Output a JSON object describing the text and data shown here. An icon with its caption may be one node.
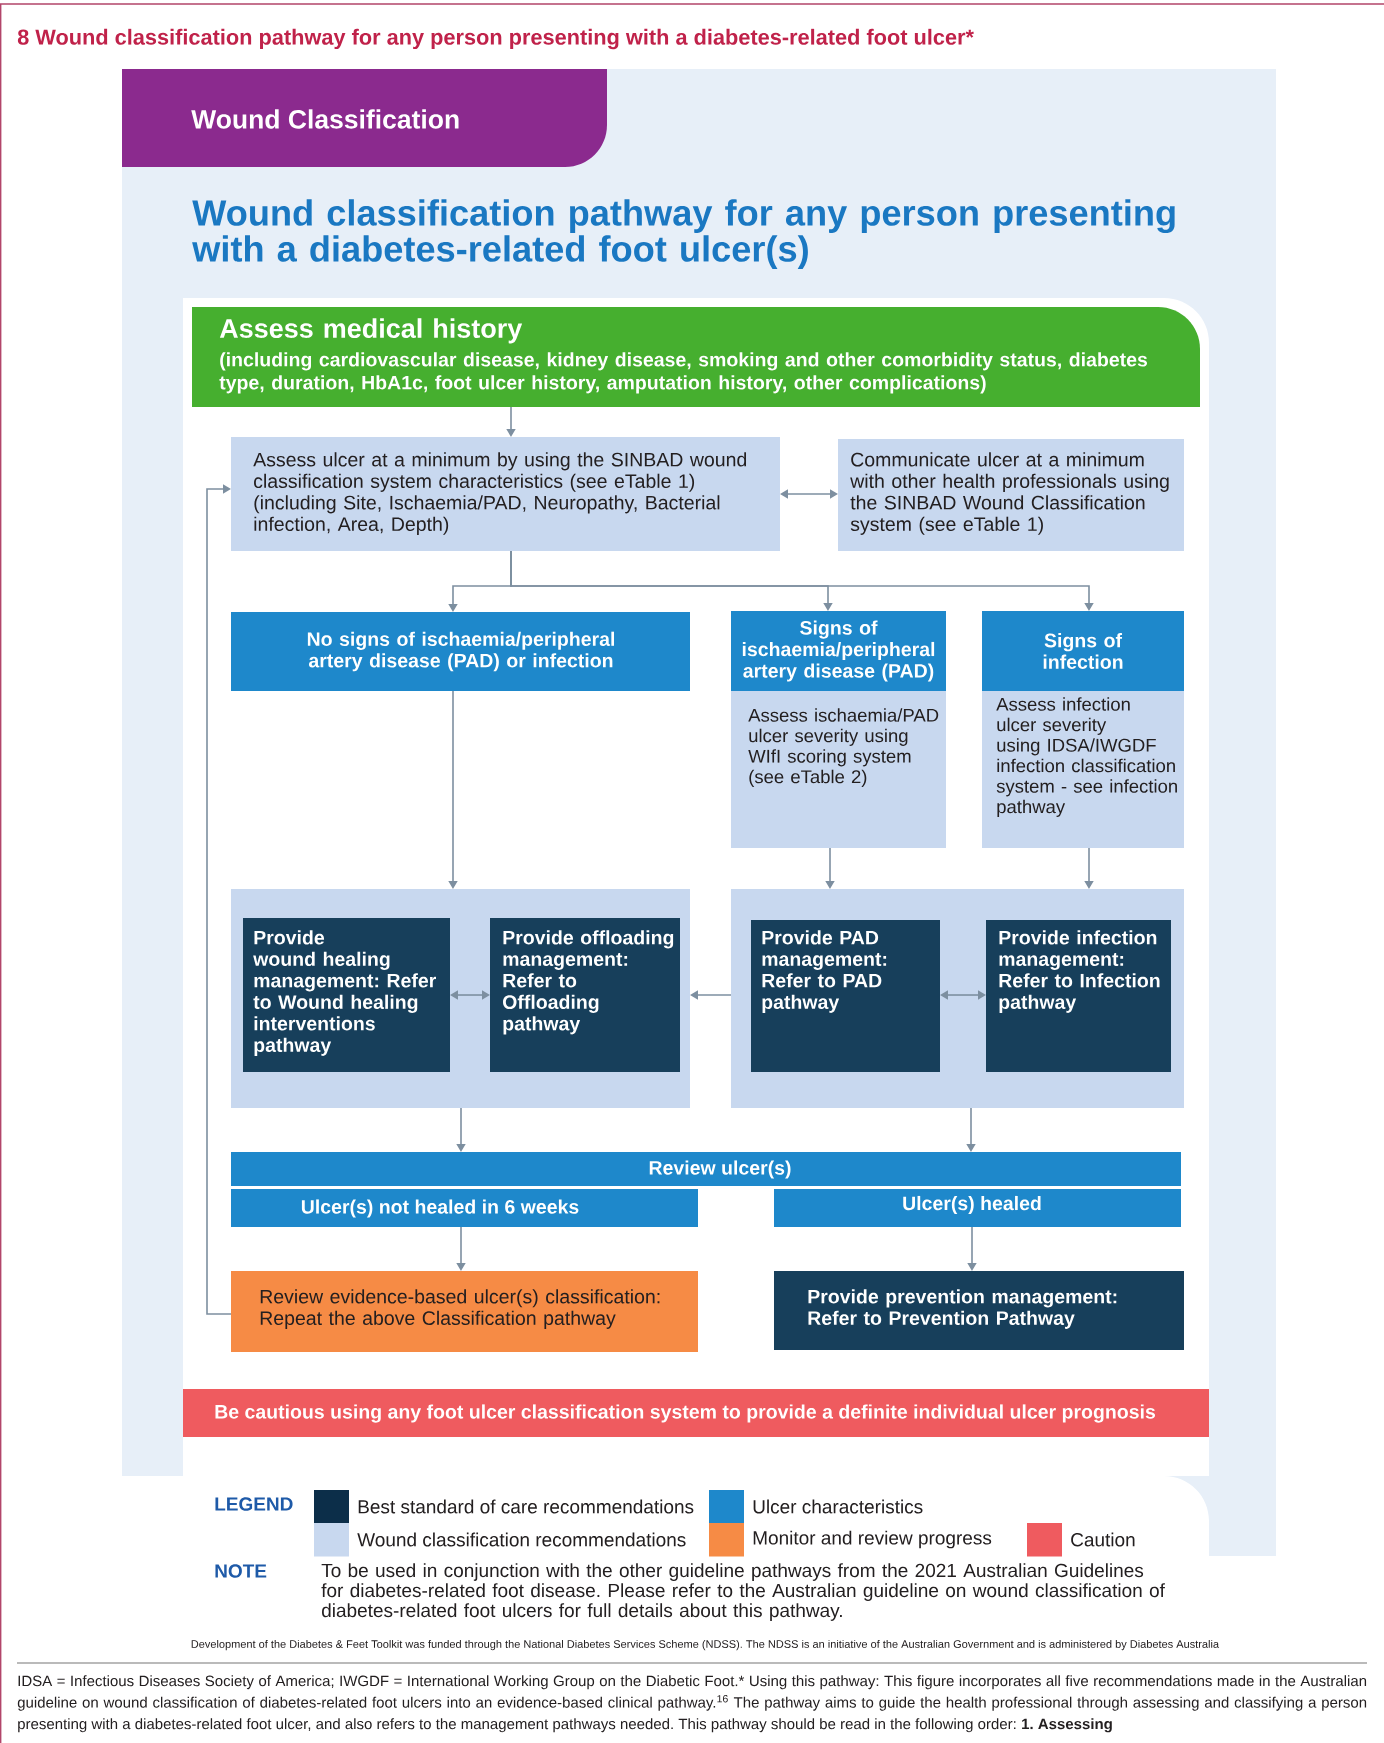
{
  "diagram": {
    "title": "8 Wound classification pathway for any person presenting with a diabetes-related foot ulcer*",
    "caption": "IDSA = Infectious Diseases Society of America; IWGDF = International Working Group on the Diabetic Foot.* Using this pathway: This figure incorporates all five recommendations made in the Australian guideline on wound classification of diabetes-related foot ulcers into an evidence-based clinical pathway.$^{16}$ The pathway aims to guide the health professional through assessing and classifying a person presenting with a diabetes-related foot ulcer, and also refers to the management pathways needed. This pathway should be read in the following order: **1. Assessing**",
    "nodes": [
      {
        "text": [
          "Wound Classification"
        ]
      },
      {
        "text": [
          "Assess medical history",
          "(including cardiovascular disease, kidney disease, smoking and other comorbidity status, diabetes type, duration, HbA1c, foot ulcer history, amputation history, other complications)"
        ]
      },
      {
        "text": [
          "Assess ulcer at a minimum by using the SINBAD wound classification system characteristics (see eTable 1) (including Site, Ischaemia/PAD, Neuropathy, Bacterial infection, Area, Depth)"
        ]
      },
      {
        "text": [
          "Communicate ulcer at a minimum with other health professionals using the SINBAD Wound Classification system (see eTable 1)"
        ]
      },
      {
        "text": [
          "No signs of ischaemia/peripheral artery disease (PAD) or infection"
        ]
      },
      {
        "text": [
          "Signs of ischaemia/peripheral artery disease (PAD)",
          "Assess ischaemia/PAD ulcer severity using WIfI scoring system (see eTable 2)"
        ]
      },
      {
        "text": [
          "Signs of infection",
          "Assess infection ulcer severity using IDSA/IWGDF infection classification system - see infection pathway"
        ]
      },
      {
        "text": [],
        "shape": "box"
      },
      {
        "text": [
          "Provide wound healing management: Refer to Wound healing interventions pathway"
        ],
        "in": 7
      },
      {
        "text": [
          "Provide offloading management: Refer to Offloading pathway"
        ],
        "in": 7
      },
      {
        "text": [],
        "shape": "box"
      },
      {
        "text": [
          "Provide PAD management: Refer to PAD pathway"
        ],
        "in": 10
      },
      {
        "text": [
          "Provide infection management: Refer to Infection pathway"
        ],
        "in": 10
      },
      {
        "text": [
          "Review ulcer(s)"
        ]
      },
      {
        "text": [
          "Ulcer(s) not healed in 6 weeks"
        ]
      },
      {
        "text": [
          "Ulcer(s) healed"
        ]
      },
      {
        "text": [
          "Review evidence-based ulcer(s) classification: Repeat the above Classification pathway"
        ]
      },
      {
        "text": [
          "Provide prevention management: Refer to Prevention Pathway"
        ]
      },
      {
        "text": [
          "Be cautious using any foot ulcer classification system to provide a definite individual ulcer prognosis"
        ]
      }
    ],
    "edges": [
      {
        "from": 1,
        "to": 2,
        "arrow": "to"
      },
      {
        "from": 2,
        "to": 3,
        "arrow": "both"
      },
      {
        "from": 2,
        "to": 4,
        "arrow": "to"
      },
      {
        "from": 2,
        "to": 5,
        "arrow": "to"
      },
      {
        "from": 2,
        "to": 6,
        "arrow": "to"
      },
      {
        "from": 4,
        "to": 7,
        "arrow": "to"
      },
      {
        "from": 5,
        "to": 10,
        "arrow": "to"
      },
      {
        "from": 6,
        "to": 10,
        "arrow": "to"
      },
      {
        "from": 8,
        "to": 9,
        "arrow": "both"
      },
      {
        "from": 11,
        "to": 12,
        "arrow": "both"
      },
      {
        "from": 10,
        "to": 7,
        "arrow": "to"
      },
      {
        "from": 7,
        "to": 13,
        "arrow": "to"
      },
      {
        "from": 10,
        "to": 13,
        "arrow": "to"
      },
      {
        "from": 14,
        "to": 16,
        "arrow": "to"
      },
      {
        "from": 15,
        "to": 17,
        "arrow": "to"
      },
      {
        "from": 16,
        "to": 2,
        "arrow": "to"
      }
    ],
    "labels": [
      "Wound classification pathway for any person presenting with a diabetes-related foot ulcer(s)",
      "LEGEND",
      "NOTE",
      "To be used in conjunction with the other guideline pathways from the 2021 Australian Guidelines for diabetes-related foot disease. Please refer to the Australian guideline on wound classification of diabetes-related foot ulcers for full details about this pathway.",
      "Development of the Diabetes & Feet Toolkit was funded through the National Diabetes Services Scheme (NDSS). The NDSS is an initiative of the Australian Government and is administered by Diabetes Australia"
    ],
    "legend": [
      {
        "text": "Best standard of care recommendations",
        "color": "#0c2e49"
      },
      {
        "text": "Ulcer characteristics",
        "color": "#1e88cb"
      },
      {
        "text": "Wound classification recommendations",
        "color": "#c8d8ef"
      },
      {
        "text": "Monitor and review progress",
        "color": "#f68b45"
      },
      {
        "text": "Caution",
        "color": "#ef5b5f"
      }
    ]
  }
}
